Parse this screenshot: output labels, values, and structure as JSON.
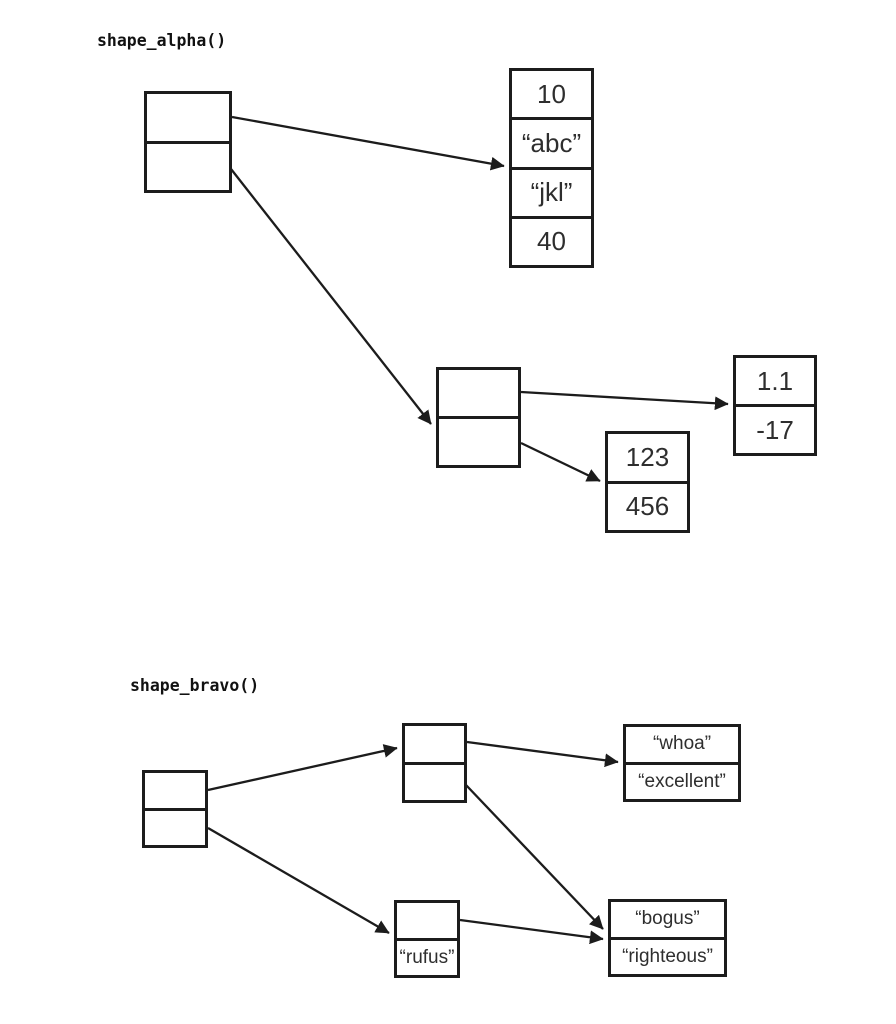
{
  "colors": {
    "background": "#ffffff",
    "line": "#1c1c1c",
    "text": "#2e2e2e"
  },
  "alpha": {
    "title": "shape_alpha()",
    "root": {
      "cells": [
        "",
        ""
      ]
    },
    "list": {
      "cells": [
        "10",
        "“abc”",
        "“jkl”",
        "40"
      ]
    },
    "pair_mid": {
      "cells": [
        "",
        ""
      ]
    },
    "pair_right": {
      "cells": [
        "1.1",
        "-17"
      ]
    },
    "pair_bottom": {
      "cells": [
        "123",
        "456"
      ]
    }
  },
  "bravo": {
    "title": "shape_bravo()",
    "root": {
      "cells": [
        "",
        ""
      ]
    },
    "mid": {
      "cells": [
        "",
        ""
      ]
    },
    "pair_whoa": {
      "cells": [
        "“whoa”",
        "“excellent”"
      ]
    },
    "pair_rufus": {
      "cells": [
        "",
        "“rufus”"
      ]
    },
    "pair_bogus": {
      "cells": [
        "“bogus”",
        "“righteous”"
      ]
    }
  }
}
